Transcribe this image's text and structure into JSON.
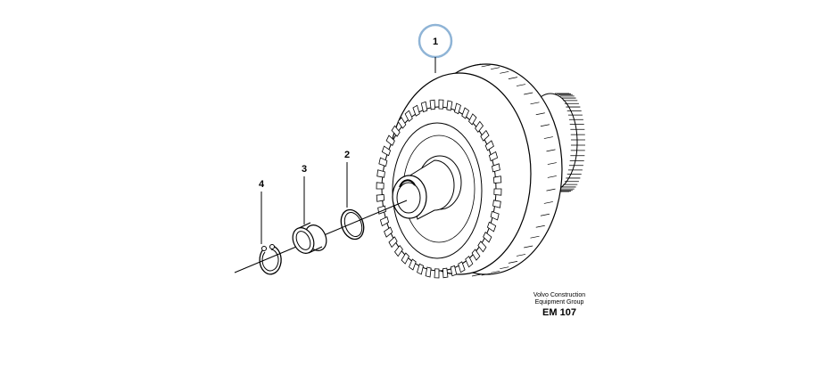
{
  "callouts": {
    "part_1": "1",
    "part_2": "2",
    "part_3": "3",
    "part_4": "4"
  },
  "credit": {
    "line1": "Volvo Construction",
    "line2": "Equipment Group",
    "code": "EM 107"
  },
  "colors": {
    "highlight_ring": "#8fb4d6",
    "line_art": "#000000",
    "background": "#ffffff"
  }
}
